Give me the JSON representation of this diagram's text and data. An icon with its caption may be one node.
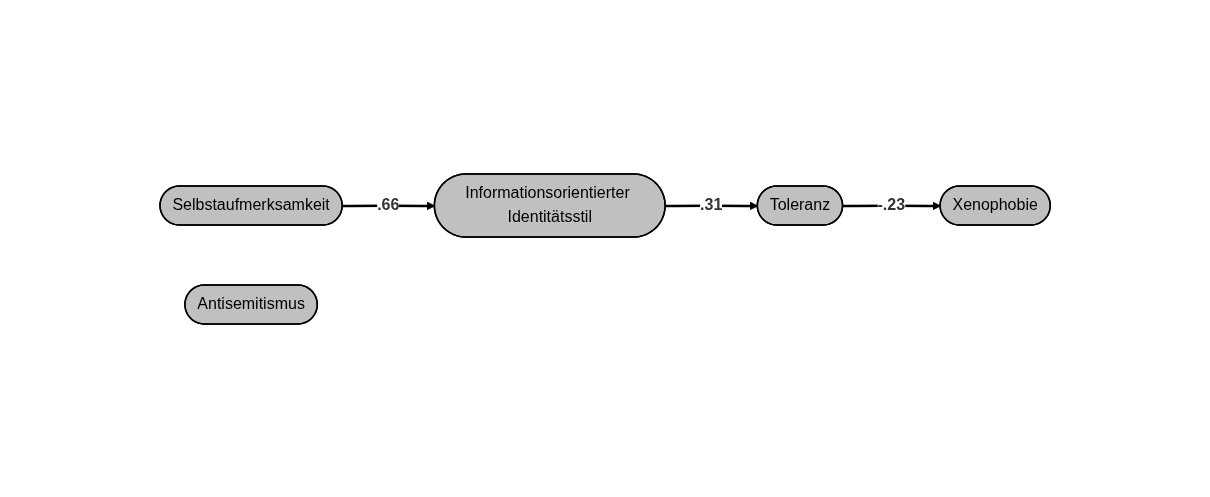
{
  "diagram": {
    "nodes": [
      {
        "text": [
          "Selbstaufmerksamkeit"
        ]
      },
      {
        "text": [
          "Informationsorientierter Identitätsstil"
        ]
      },
      {
        "text": [
          "Toleranz"
        ]
      },
      {
        "text": [
          "Xenophobie"
        ]
      },
      {
        "text": [
          "Antisemitismus"
        ]
      }
    ],
    "edges": [
      {
        "from": 0,
        "to": 1,
        "arrow": "to",
        "label": ".66"
      },
      {
        "from": 1,
        "to": 2,
        "arrow": "to",
        "label": ".31"
      },
      {
        "from": 2,
        "to": 3,
        "arrow": "to",
        "label": "-.23"
      }
    ]
  }
}
